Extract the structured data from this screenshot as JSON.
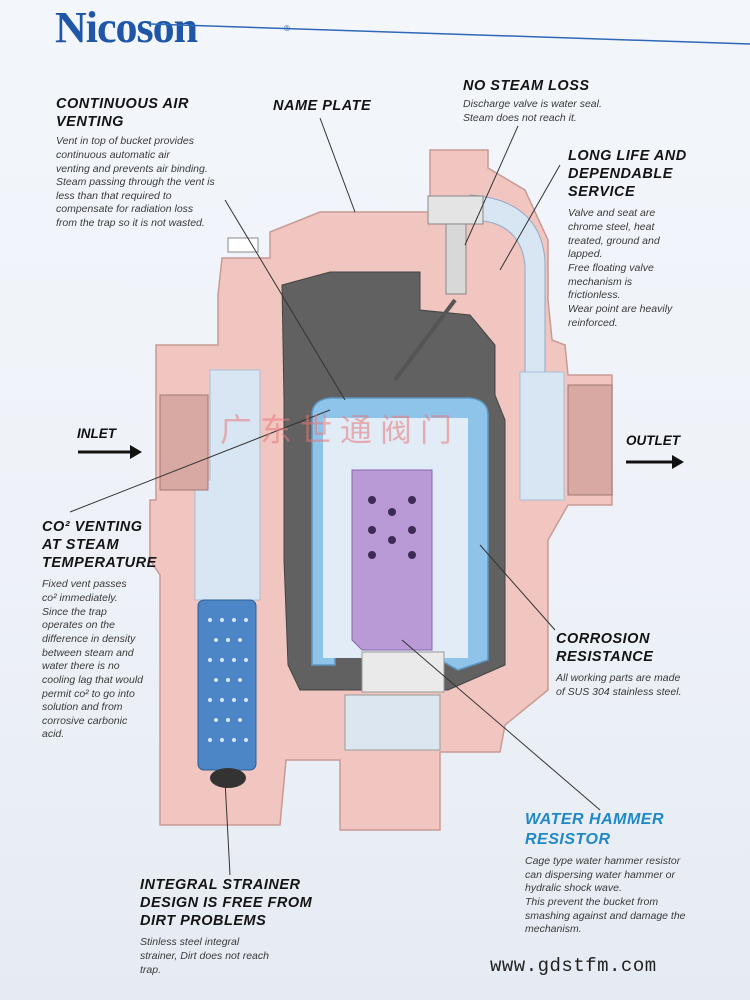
{
  "brand": {
    "name": "Nicoson",
    "registered": "®"
  },
  "callouts": {
    "continuous_air_venting": {
      "title_lines": [
        "CONTINUOUS AIR",
        "VENTING"
      ],
      "body_lines": [
        "Vent in top of bucket provides",
        "continuous automatic air",
        "venting and prevents air binding.",
        "Steam passing through the vent is",
        "less than that required to",
        "compensate for radiation loss",
        "from the trap so it is not wasted."
      ]
    },
    "name_plate": {
      "title_lines": [
        "NAME PLATE"
      ]
    },
    "no_steam_loss": {
      "title_lines": [
        "NO STEAM LOSS"
      ],
      "body_lines": [
        "Discharge valve is water seal.",
        "Steam does not reach it."
      ]
    },
    "long_life": {
      "title_lines": [
        "LONG LIFE AND",
        "DEPENDABLE",
        "SERVICE"
      ],
      "body_lines": [
        "Valve and seat are",
        "chrome steel, heat",
        "treated, ground and",
        "lapped.",
        "Free floating valve",
        "mechanism is",
        "frictionless.",
        "Wear point are heavily",
        "reinforced."
      ]
    },
    "co2_venting": {
      "title_lines": [
        "CO² VENTING",
        "AT STEAM",
        "TEMPERATURE"
      ],
      "body_lines": [
        "Fixed vent passes",
        "co² immediately.",
        "Since the trap",
        "operates on the",
        "difference in density",
        "between steam and",
        "water there is no",
        "cooling lag that would",
        "permit co² to go into",
        "solution and from",
        "corrosive carbonic",
        "acid."
      ]
    },
    "corrosion_resistance": {
      "title_lines": [
        "CORROSION",
        "RESISTANCE"
      ],
      "body_lines": [
        "All working parts are made",
        "of SUS 304 stainless steel."
      ]
    },
    "water_hammer": {
      "title_lines": [
        "WATER HAMMER",
        "RESISTOR"
      ],
      "body_lines": [
        "Cage type water hammer resistor",
        "can dispersing water hammer or",
        "hydralic shock wave.",
        "This prevent the bucket from",
        "smashing against and damage the",
        "mechanism."
      ]
    },
    "integral_strainer": {
      "title_lines": [
        "INTEGRAL STRAINER",
        "DESIGN IS FREE FROM",
        "DIRT PROBLEMS"
      ],
      "body_lines": [
        "Stinless steel integral",
        "strainer, Dirt does not reach",
        "trap."
      ]
    }
  },
  "flow": {
    "inlet": "INLET",
    "outlet": "OUTLET"
  },
  "watermark": "广东世通阀门",
  "footer_url": "www.gdstfm.com",
  "colors": {
    "body_pink": "#f2c6c0",
    "chamber_dark": "#5e5e5e",
    "bucket_blue": "#8fc4ea",
    "inner_light": "#e2ecf7",
    "resistor_purple": "#b99ad6",
    "brand_blue": "#1f56a8",
    "accent_blue": "#1e88c8"
  }
}
